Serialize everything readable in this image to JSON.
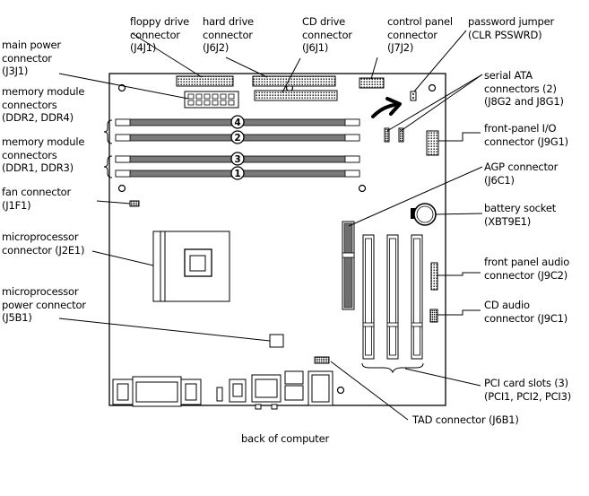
{
  "labels": {
    "main_power": [
      "main power",
      "connector",
      "(J3J1)"
    ],
    "memory_24": [
      "memory module",
      "connectors",
      "(DDR2, DDR4)"
    ],
    "memory_13": [
      "memory module",
      "connectors",
      "(DDR1, DDR3)"
    ],
    "fan": [
      "fan connector",
      "(J1F1)"
    ],
    "microprocessor": [
      "microprocessor",
      "connector (J2E1)"
    ],
    "microprocessor_power": [
      "microprocessor",
      "power connector",
      "(J5B1)"
    ],
    "floppy": [
      "floppy drive",
      "connector",
      "(J4J1)"
    ],
    "hard_drive": [
      "hard drive",
      "connector",
      "(J6J2)"
    ],
    "cd_drive": [
      "CD drive",
      "connector",
      "(J6J1)"
    ],
    "control_panel": [
      "control panel",
      "connector",
      "(J7J2)"
    ],
    "password_jumper": [
      "password jumper",
      "(CLR PSSWRD)"
    ],
    "serial_ata": [
      "serial ATA",
      "connectors (2)",
      "(J8G2 and J8G1)"
    ],
    "front_panel_io": [
      "front-panel I/O",
      "connector (J9G1)"
    ],
    "agp": [
      "AGP connector",
      "(J6C1)"
    ],
    "battery": [
      "battery socket",
      "(XBT9E1)"
    ],
    "front_audio": [
      "front panel audio",
      "connector (J9C2)"
    ],
    "cd_audio": [
      "CD audio",
      "connector (J9C1)"
    ],
    "pci": [
      "PCI card slots (3)",
      "(PCI1, PCI2, PCI3)"
    ],
    "tad": [
      "TAD connector (J6B1)"
    ],
    "back": [
      "back of computer"
    ]
  },
  "dimm_numbers": [
    "4",
    "2",
    "3",
    "1"
  ]
}
